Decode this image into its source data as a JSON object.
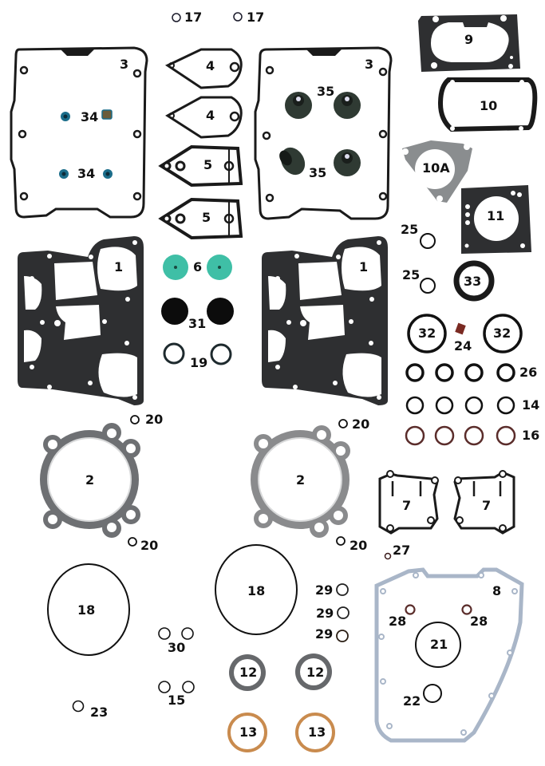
{
  "title": "Engine gasket kit parts diagram",
  "colors": {
    "background": "#ffffff",
    "gasket_black": "#1a1a1a",
    "gasket_dark_grey": "#2e2f31",
    "head_gasket_grey": "#6e7073",
    "gasket_10A_grey": "#8a8d8f",
    "cam_cover_blue_grey": "#a9b6c8",
    "valve_seal_teal": "#1b6d8a",
    "valve_seal_green_dark": "#2f3a33",
    "filter_green": "#3fbfa6",
    "copper": "#c98b4e",
    "brown_oring": "#5a2c2a",
    "label_text": "#111111"
  },
  "parts": [
    {
      "id": "17",
      "label": "17",
      "desc": "small o-ring",
      "count": 2
    },
    {
      "id": "3",
      "label": "3",
      "desc": "rocker cover gasket",
      "count": 2
    },
    {
      "id": "4",
      "label": "4",
      "desc": "teardrop gasket",
      "count": 2
    },
    {
      "id": "5",
      "label": "5",
      "desc": "breather gasket",
      "count": 2
    },
    {
      "id": "34",
      "label": "34",
      "desc": "blue valve seals",
      "count": 4
    },
    {
      "id": "35",
      "label": "35",
      "desc": "valve stem seals",
      "count": 4
    },
    {
      "id": "9",
      "label": "9",
      "desc": "oval flange gasket",
      "count": 1
    },
    {
      "id": "10",
      "label": "10",
      "desc": "oval gasket",
      "count": 1
    },
    {
      "id": "10A",
      "label": "10A",
      "desc": "three-hole round gasket",
      "count": 1
    },
    {
      "id": "11",
      "label": "11",
      "desc": "square throttle gasket",
      "count": 1
    },
    {
      "id": "1",
      "label": "1",
      "desc": "rocker base gasket",
      "count": 2
    },
    {
      "id": "6",
      "label": "6",
      "desc": "green filter pad",
      "count": 2
    },
    {
      "id": "31",
      "label": "31",
      "desc": "black disc",
      "count": 2
    },
    {
      "id": "19",
      "label": "19",
      "desc": "o-ring",
      "count": 2
    },
    {
      "id": "25",
      "label": "25",
      "desc": "small o-ring",
      "count": 2
    },
    {
      "id": "33",
      "label": "33",
      "desc": "shaft seal",
      "count": 1
    },
    {
      "id": "32",
      "label": "32",
      "desc": "large o-ring",
      "count": 2
    },
    {
      "id": "24",
      "label": "24",
      "desc": "small copper bushing",
      "count": 1
    },
    {
      "id": "26",
      "label": "26",
      "desc": "o-ring thick",
      "count": 4
    },
    {
      "id": "14",
      "label": "14",
      "desc": "o-ring thin",
      "count": 4
    },
    {
      "id": "16",
      "label": "16",
      "desc": "brown o-ring",
      "count": 4
    },
    {
      "id": "20",
      "label": "20",
      "desc": "small o-ring",
      "count": 4
    },
    {
      "id": "2",
      "label": "2",
      "desc": "cylinder head gasket",
      "count": 2
    },
    {
      "id": "7",
      "label": "7",
      "desc": "lifter cover gasket",
      "count": 2
    },
    {
      "id": "27",
      "label": "27",
      "desc": "tiny o-ring",
      "count": 1
    },
    {
      "id": "8",
      "label": "8",
      "desc": "cam cover gasket",
      "count": 1
    },
    {
      "id": "28",
      "label": "28",
      "desc": "brown o-ring",
      "count": 2
    },
    {
      "id": "21",
      "label": "21",
      "desc": "o-ring",
      "count": 1
    },
    {
      "id": "22",
      "label": "22",
      "desc": "o-ring",
      "count": 1
    },
    {
      "id": "18",
      "label": "18",
      "desc": "cylinder base o-ring",
      "count": 2
    },
    {
      "id": "29",
      "label": "29",
      "desc": "small o-ring",
      "count": 3
    },
    {
      "id": "30",
      "label": "30",
      "desc": "small o-ring",
      "count": 2
    },
    {
      "id": "15",
      "label": "15",
      "desc": "small o-ring",
      "count": 2
    },
    {
      "id": "23",
      "label": "23",
      "desc": "small o-ring",
      "count": 1
    },
    {
      "id": "12",
      "label": "12",
      "desc": "exhaust gasket steel",
      "count": 2
    },
    {
      "id": "13",
      "label": "13",
      "desc": "exhaust gasket copper",
      "count": 2
    }
  ],
  "labels": {
    "l17a": "17",
    "l17b": "17",
    "l3a": "3",
    "l3b": "3",
    "l4a": "4",
    "l4b": "4",
    "l5a": "5",
    "l5b": "5",
    "l34a": "34",
    "l34b": "34",
    "l35a": "35",
    "l35b": "35",
    "l9": "9",
    "l10": "10",
    "l10A": "10A",
    "l11": "11",
    "l1a": "1",
    "l1b": "1",
    "l6": "6",
    "l31": "31",
    "l19": "19",
    "l25a": "25",
    "l25b": "25",
    "l33": "33",
    "l32a": "32",
    "l32b": "32",
    "l24": "24",
    "l26": "26",
    "l14": "14",
    "l16": "16",
    "l20a": "20",
    "l20b": "20",
    "l20c": "20",
    "l20d": "20",
    "l2a": "2",
    "l2b": "2",
    "l7a": "7",
    "l7b": "7",
    "l27": "27",
    "l8": "8",
    "l28a": "28",
    "l28b": "28",
    "l21": "21",
    "l22": "22",
    "l18a": "18",
    "l18b": "18",
    "l29a": "29",
    "l29b": "29",
    "l29c": "29",
    "l30": "30",
    "l15": "15",
    "l23": "23",
    "l12a": "12",
    "l12b": "12",
    "l13a": "13",
    "l13b": "13"
  }
}
